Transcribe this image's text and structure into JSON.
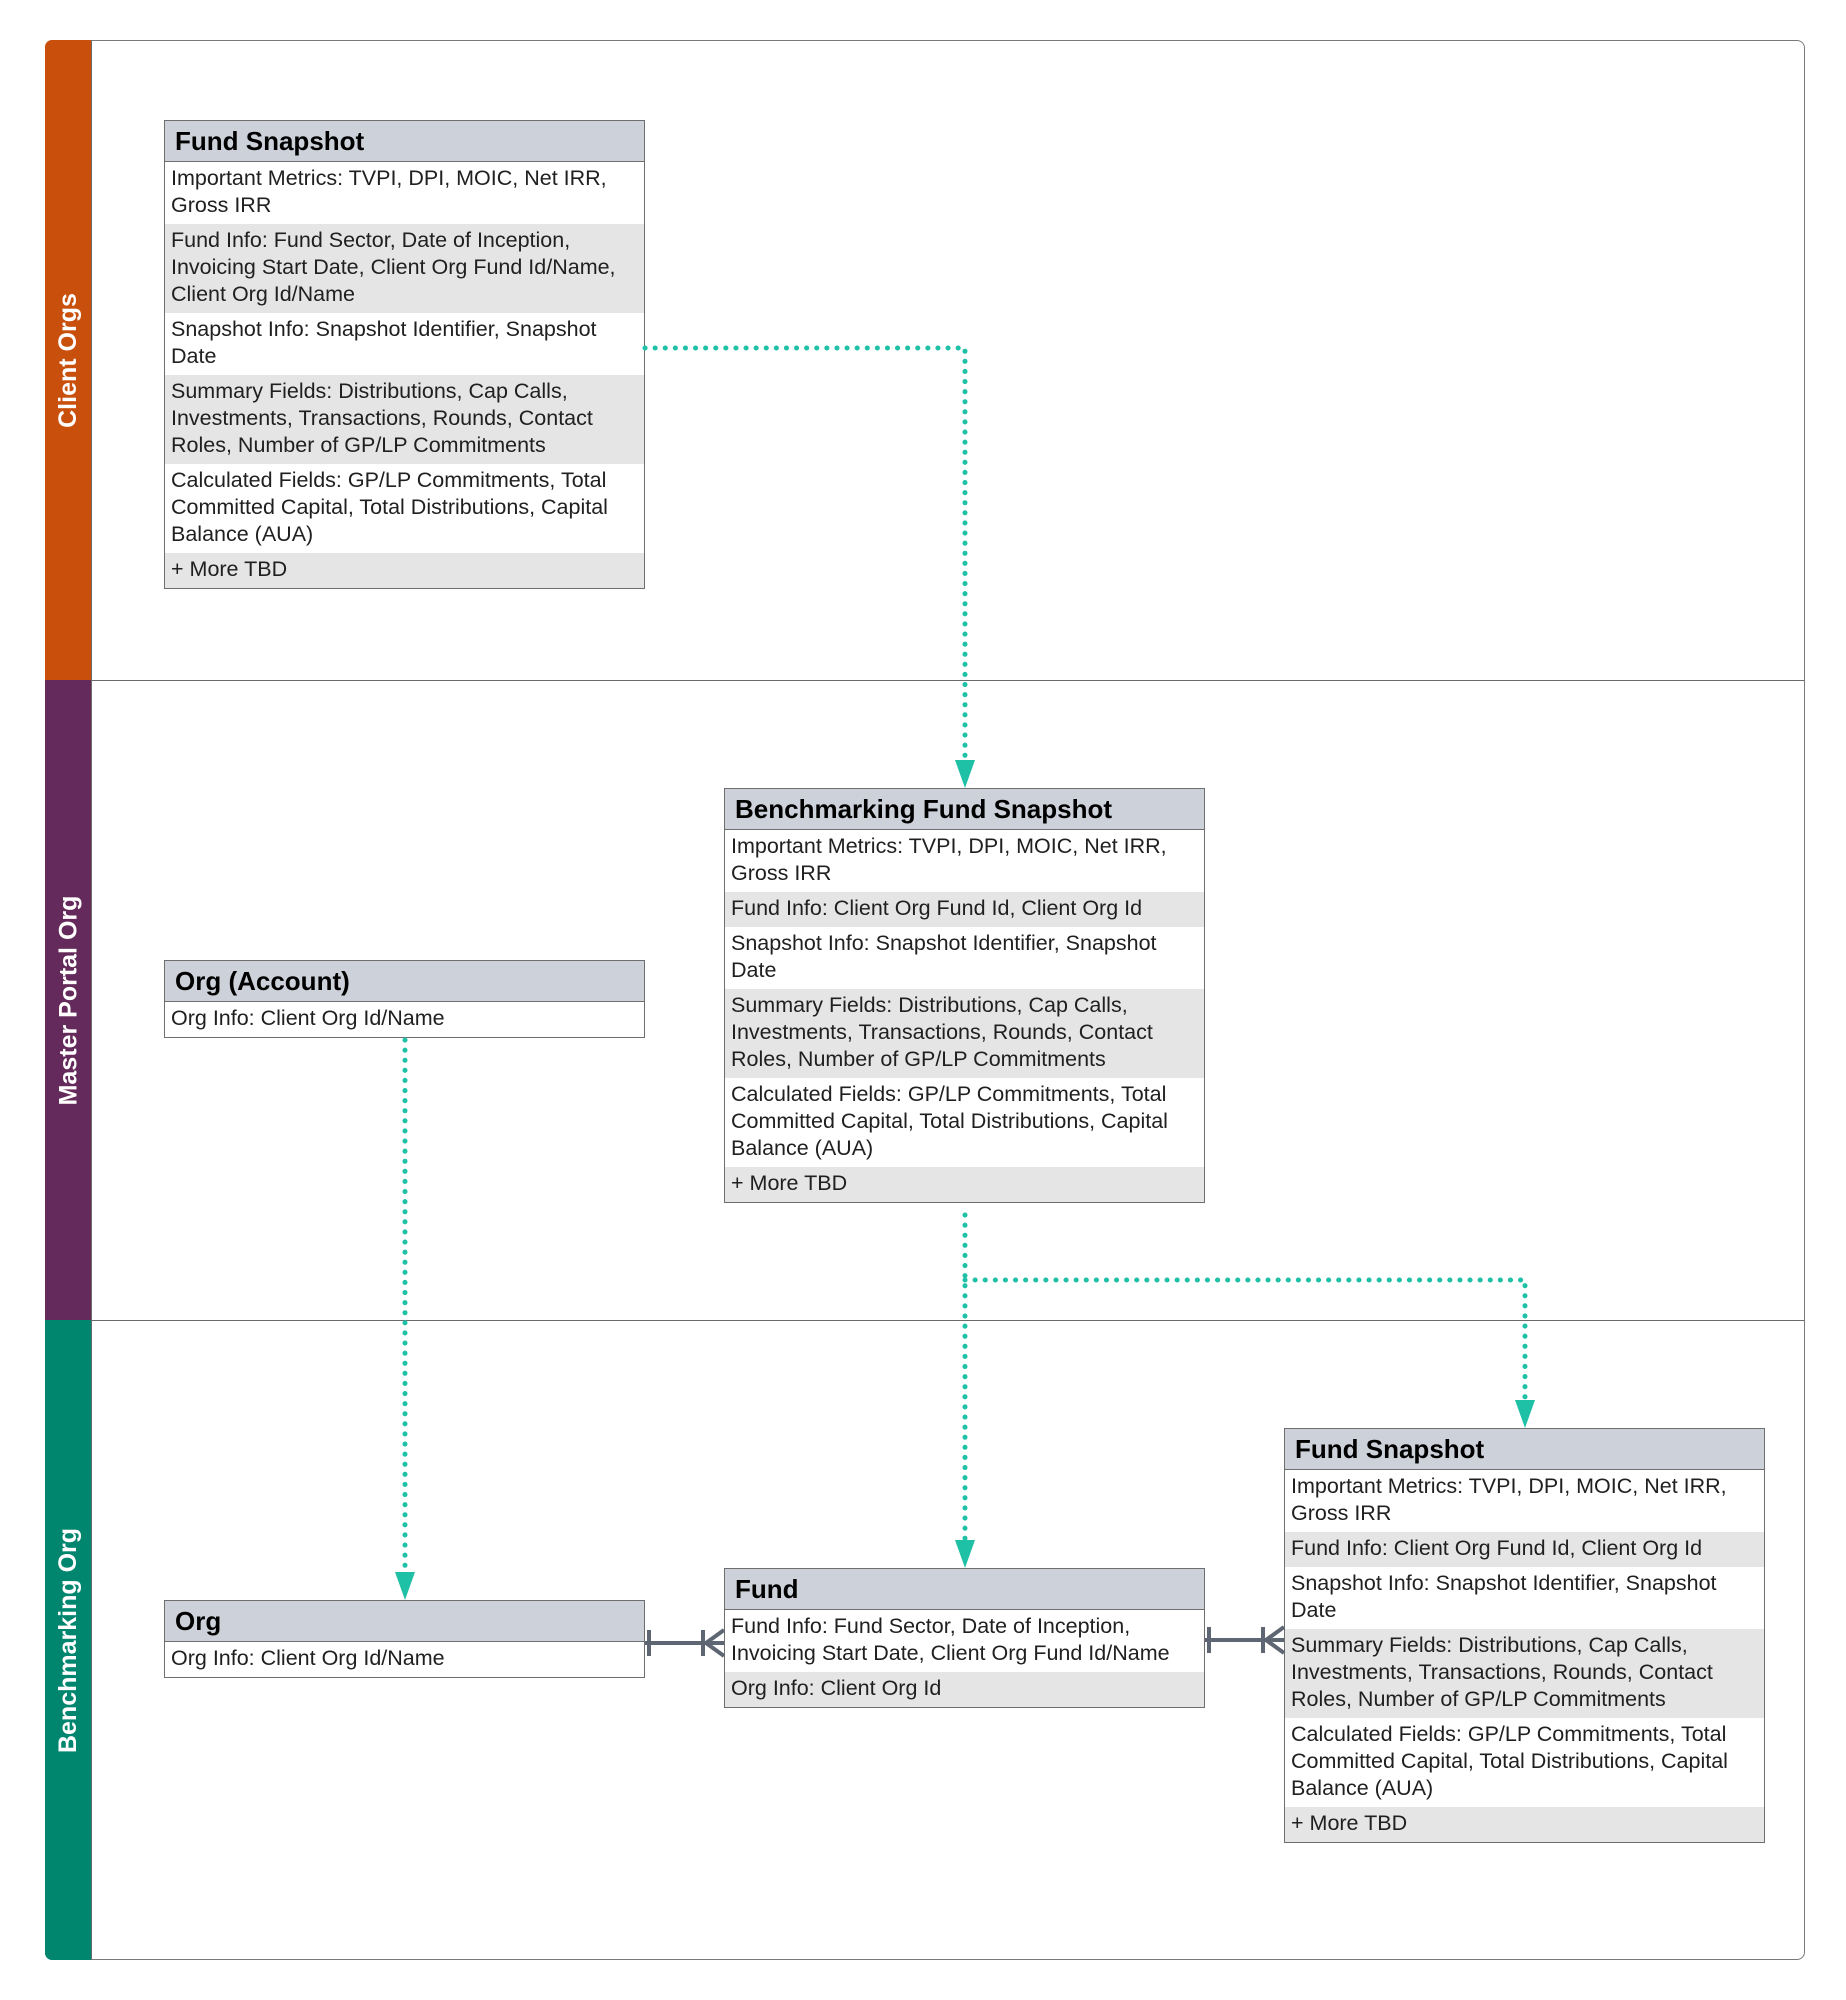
{
  "lanes": [
    {
      "label": "Client Orgs",
      "color": "#c94f0c"
    },
    {
      "label": "Master Portal Org",
      "color": "#642a5b"
    },
    {
      "label": "Benchmarking Org",
      "color": "#00856f"
    }
  ],
  "connector_color": "#1ec0a6",
  "relationship_line_color": "#5e6573",
  "entities": {
    "client_fund_snapshot": {
      "title": "Fund Snapshot",
      "rows": [
        "Important Metrics: TVPI, DPI, MOIC, Net IRR, Gross IRR",
        "Fund Info: Fund Sector, Date of Inception, Invoicing Start Date, Client Org Fund Id/Name, Client Org Id/Name",
        "Snapshot Info: Snapshot Identifier, Snapshot Date",
        "Summary Fields: Distributions, Cap Calls, Investments, Transactions, Rounds, Contact Roles, Number of GP/LP Commitments",
        "Calculated Fields: GP/LP Commitments, Total Committed Capital, Total Distributions, Capital Balance (AUA)",
        "+ More TBD"
      ]
    },
    "benchmarking_fund_snapshot": {
      "title": "Benchmarking Fund Snapshot",
      "rows": [
        "Important Metrics: TVPI, DPI, MOIC, Net IRR, Gross IRR",
        "Fund Info: Client Org Fund Id, Client Org Id",
        "Snapshot Info: Snapshot Identifier, Snapshot Date",
        "Summary Fields: Distributions, Cap Calls, Investments, Transactions, Rounds, Contact Roles, Number of GP/LP Commitments",
        "Calculated Fields: GP/LP Commitments, Total Committed Capital, Total Distributions, Capital Balance (AUA)",
        "+ More TBD"
      ]
    },
    "org_account": {
      "title": "Org (Account)",
      "rows": [
        "Org Info: Client Org Id/Name"
      ]
    },
    "org": {
      "title": "Org",
      "rows": [
        "Org Info: Client Org Id/Name"
      ]
    },
    "fund": {
      "title": "Fund",
      "rows": [
        "Fund Info: Fund Sector, Date of Inception, Invoicing Start Date, Client Org Fund Id/Name",
        "Org Info: Client Org Id"
      ]
    },
    "bench_fund_snapshot": {
      "title": "Fund Snapshot",
      "rows": [
        "Important Metrics: TVPI, DPI, MOIC, Net IRR, Gross IRR",
        "Fund Info: Client Org Fund Id, Client Org Id",
        "Snapshot Info: Snapshot Identifier, Snapshot Date",
        "Summary Fields: Distributions, Cap Calls, Investments, Transactions, Rounds, Contact Roles, Number of GP/LP Commitments",
        "Calculated Fields: GP/LP Commitments, Total Committed Capital, Total Distributions, Capital Balance (AUA)",
        "+ More TBD"
      ]
    }
  }
}
